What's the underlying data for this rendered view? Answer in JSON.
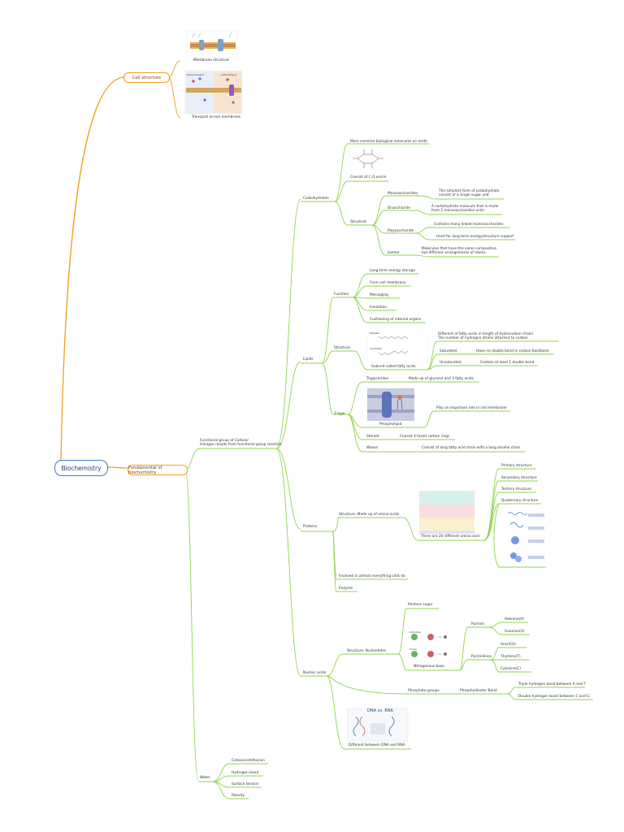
{
  "root": "Biochemistry",
  "cell_structure": {
    "label": "Cell structure",
    "membrane_structure": "Membrane structure",
    "transport": "Transport across membrane"
  },
  "fundamental": {
    "label": "Fundamental of biochemistry",
    "functional_group": "Functional group of Carbon/\nlinkages results from functional group reaction",
    "carbohydrates": {
      "label": "Carbohydrates",
      "most_common": "Most common biological molecules on earth",
      "consist": "Consist of C,O,and H",
      "structure": "Structure",
      "monosaccharides": "Monosaccharides",
      "mono_def": "The simplest form of carbohydrate\nconsist of a single sugar unit",
      "disaccharide": "Disaccharide",
      "di_def": "A carbohydrate molecule that is made\nfrom 2 monosaccharides units",
      "polysaccharide": "Polysaccharide",
      "poly_def1": "Contains many linked monosaccharides",
      "poly_def2": "Used for long term energy/structure support",
      "isomer": "Isomer",
      "isomer_def": "Molecules that have the same composition\nbut different arrangements of atoms"
    },
    "lipids": {
      "label": "Lipids",
      "function": "Function",
      "functions": [
        "Long term energy storage",
        "Form cell membrane",
        "Messaging",
        "Insulation",
        "Cushioning of internal organs"
      ],
      "structure": "Structure",
      "subunit": "Subunit called fatty acids",
      "fatty_diff": "Different of fatty acids in length of hydrocarbon chain/\nThe number of hydrogen atoms attached to carbon",
      "saturated": "Saturated",
      "saturated_def": "Have no double bond in carbon backbone",
      "unsaturated": "Unsaturated",
      "unsaturated_def": "Contain at least 1 double bond",
      "types": "3 type",
      "triglycerides": "Triglycerides",
      "triglycerides_def": "Made up of glycerol and 3 fatty acids",
      "phospholipid": "Phospholipid",
      "phospholipid_def": "Play an important role in cell membrane",
      "steroid": "Steroid",
      "steroid_def": "Consist 4 fused carbon rings",
      "waxes": "Waxes",
      "waxes_def": "Consist of long fatty acid chain with a long alcohol chain"
    },
    "proteins": {
      "label": "Proteins",
      "structure": "Structure: Made up of amino acids",
      "amino": "There are 20 different amino acid",
      "levels": [
        "Primary structure",
        "Secondary structure",
        "Tertiary structure",
        "Quaternary structure"
      ],
      "involved": "Involved in almost everything cells do",
      "enzyme": "Enzyme"
    },
    "nucleic": {
      "label": "Nucleic acids",
      "structure": "Structure: Nucleotides",
      "pentose": "Pentose sugar",
      "nitrogenous": "Nitrogenous base",
      "purines": "Purines",
      "adenine": "Adenine(A)",
      "guanine": "Guanine(G)",
      "pyrimidines": "Pyrimidines",
      "uracil": "Uracil(U)",
      "thymine": "Thymine(T)",
      "cytosine": "Cytosine(C)",
      "phosphate": "Phosphate groups",
      "phosphodiester": "Phosphodiester Bond",
      "triple": "Triple hydrogen bond between A and T",
      "double": "Double hydrogen bond between C and G",
      "dna_rna": "Different between DNA and RNA",
      "img_title": "DNA vs. RNA"
    },
    "water": {
      "label": "Water",
      "items": [
        "Cohesion/Adhesion",
        "Hydrogen bond",
        "Surface tension",
        "Polarity"
      ]
    }
  },
  "image_labels": {
    "transport_left": "Passive transport",
    "transport_right": "Active transport",
    "fatty_top": "Saturated",
    "fatty_bottom": "Unsaturated",
    "pyrimidines_small": "Pyrimidines",
    "purines_small": "Purines"
  },
  "colors": {
    "root_border": "#3c78c8",
    "level1_border": "#f0a020",
    "branch_orange": "#f0a020",
    "branch_green": "#8dd54a"
  }
}
